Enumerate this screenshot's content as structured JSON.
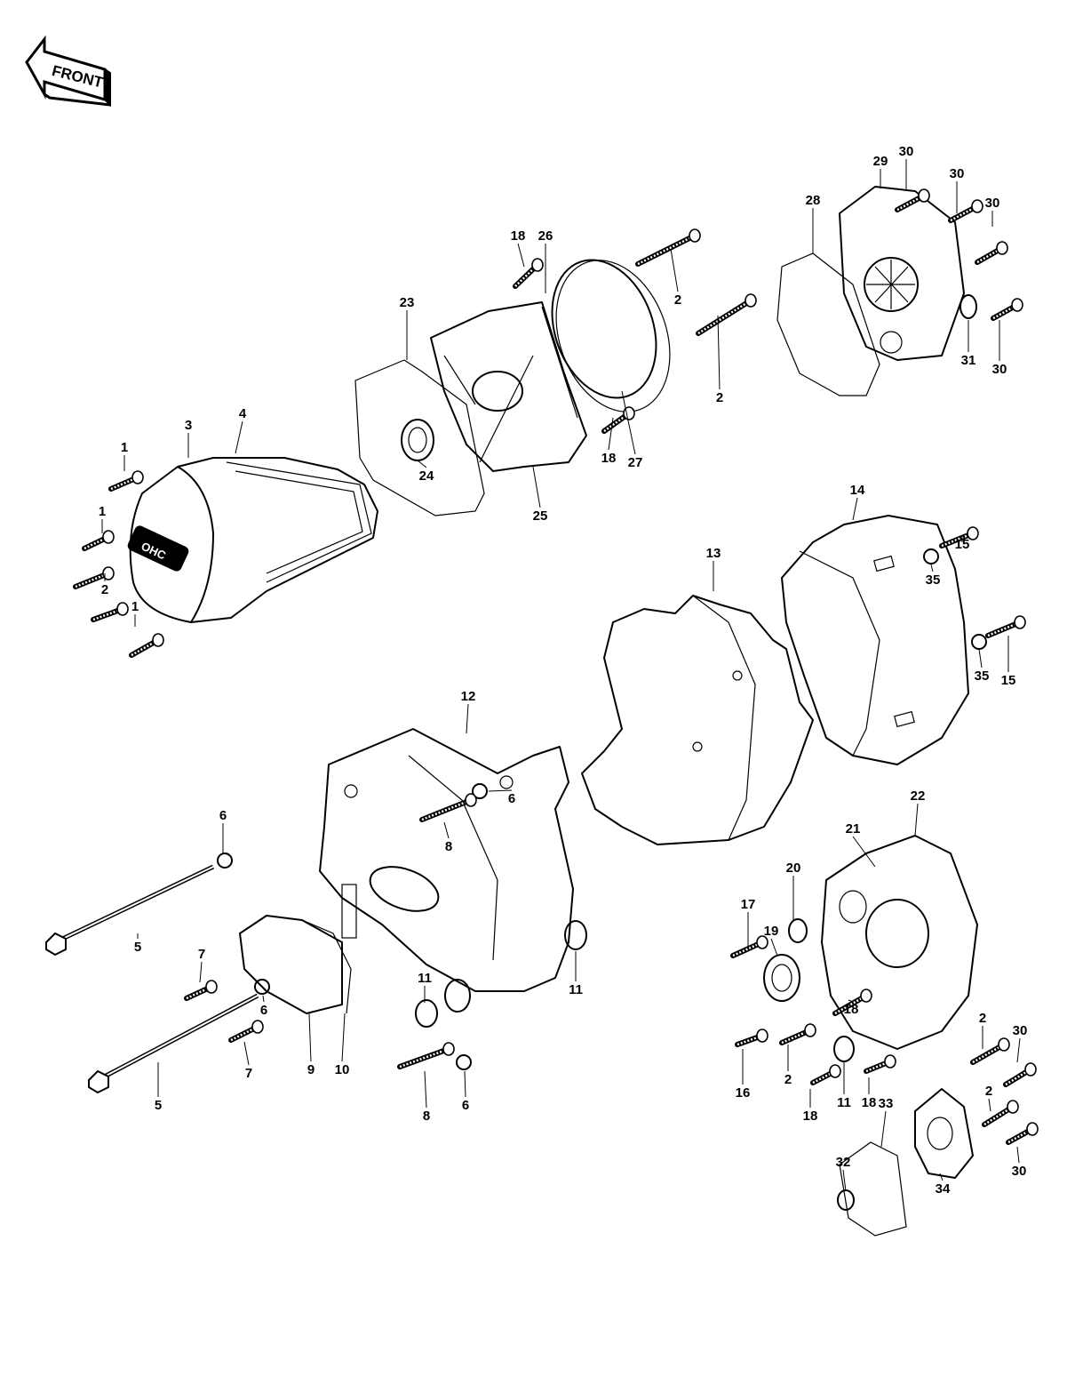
{
  "direction_label": "FRONT",
  "cover_badge": "OHC",
  "callouts": [
    {
      "n": "1"
    },
    {
      "n": "1"
    },
    {
      "n": "2"
    },
    {
      "n": "1"
    },
    {
      "n": "3"
    },
    {
      "n": "4"
    },
    {
      "n": "23"
    },
    {
      "n": "24"
    },
    {
      "n": "25"
    },
    {
      "n": "18"
    },
    {
      "n": "26"
    },
    {
      "n": "18"
    },
    {
      "n": "27"
    },
    {
      "n": "2"
    },
    {
      "n": "2"
    },
    {
      "n": "28"
    },
    {
      "n": "29"
    },
    {
      "n": "30"
    },
    {
      "n": "30"
    },
    {
      "n": "30"
    },
    {
      "n": "31"
    },
    {
      "n": "30"
    },
    {
      "n": "13"
    },
    {
      "n": "14"
    },
    {
      "n": "35"
    },
    {
      "n": "15"
    },
    {
      "n": "35"
    },
    {
      "n": "15"
    },
    {
      "n": "12"
    },
    {
      "n": "6"
    },
    {
      "n": "8"
    },
    {
      "n": "6"
    },
    {
      "n": "5"
    },
    {
      "n": "7"
    },
    {
      "n": "6"
    },
    {
      "n": "7"
    },
    {
      "n": "9"
    },
    {
      "n": "10"
    },
    {
      "n": "5"
    },
    {
      "n": "11"
    },
    {
      "n": "11"
    },
    {
      "n": "8"
    },
    {
      "n": "6"
    },
    {
      "n": "22"
    },
    {
      "n": "21"
    },
    {
      "n": "17"
    },
    {
      "n": "20"
    },
    {
      "n": "19"
    },
    {
      "n": "18"
    },
    {
      "n": "16"
    },
    {
      "n": "2"
    },
    {
      "n": "18"
    },
    {
      "n": "11"
    },
    {
      "n": "18"
    },
    {
      "n": "33"
    },
    {
      "n": "32"
    },
    {
      "n": "34"
    },
    {
      "n": "2"
    },
    {
      "n": "30"
    },
    {
      "n": "2"
    },
    {
      "n": "30"
    }
  ]
}
